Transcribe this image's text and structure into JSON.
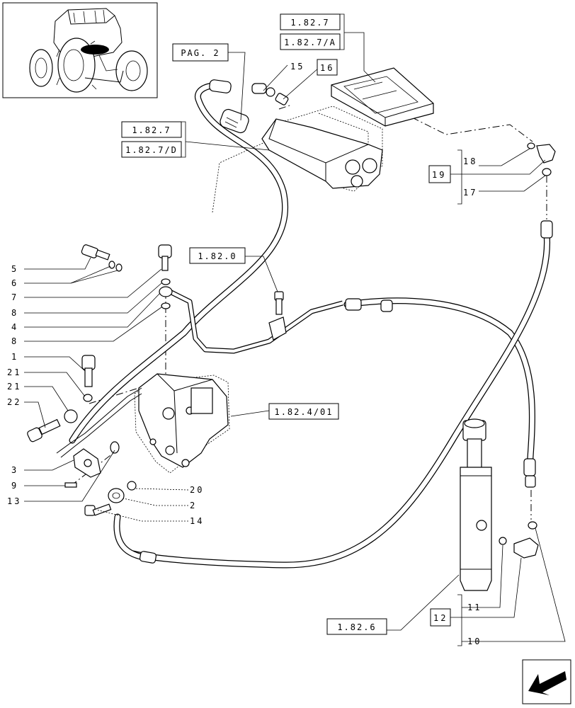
{
  "refs": {
    "r1827_top": "1.82.7",
    "r1827a": "1.82.7/A",
    "pag": "PAG. 2",
    "r1827_left": "1.82.7",
    "r1827d": "1.82.7/D",
    "r1820": "1.82.0",
    "r18241": "1.82.4/01",
    "r1826": "1.82.6"
  },
  "callouts": {
    "c15": "15",
    "c16": "16",
    "c18": "18",
    "c19": "19",
    "c17": "17",
    "c5": "5",
    "c6": "6",
    "c7": "7",
    "c8a": "8",
    "c4": "4",
    "c8b": "8",
    "c1": "1",
    "c21a": "21",
    "c21b": "21",
    "c22": "22",
    "c3": "3",
    "c9": "9",
    "c13": "13",
    "c20": "20",
    "c2": "2",
    "c14": "14",
    "c11": "11",
    "c12": "12",
    "c10": "10"
  }
}
